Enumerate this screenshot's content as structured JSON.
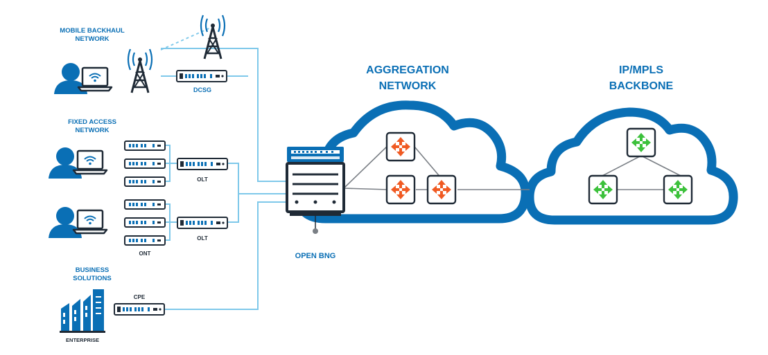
{
  "labels": {
    "mobile_backhaul_line1": "MOBILE BACKHAUL",
    "mobile_backhaul_line2": "NETWORK",
    "dcsg": "DCSG",
    "fixed_access_line1": "FIXED ACCESS",
    "fixed_access_line2": "NETWORK",
    "olt_top": "OLT",
    "olt_bottom": "OLT",
    "ont": "ONT",
    "business_line1": "BUSINESS",
    "business_line2": "SOLUTIONS",
    "cpe": "CPE",
    "enterprise": "ENTERPRISE",
    "open_bng": "OPEN BNG",
    "aggregation_line1": "AGGREGATION",
    "aggregation_line2": "NETWORK",
    "backbone_line1": "IP/MPLS",
    "backbone_line2": "BACKBONE"
  },
  "colors": {
    "brand_blue": "#0a6fb5",
    "line_light_blue": "#7ec8ea",
    "device_dark": "#1f2a36",
    "router_orange": "#f05a22",
    "router_green": "#3cc13b"
  },
  "icons": [
    "user-icon",
    "laptop-icon",
    "wifi-icon",
    "cell-tower-icon",
    "router-icon",
    "switch-icon",
    "enterprise-building-icon",
    "open-bng-server-icon"
  ]
}
